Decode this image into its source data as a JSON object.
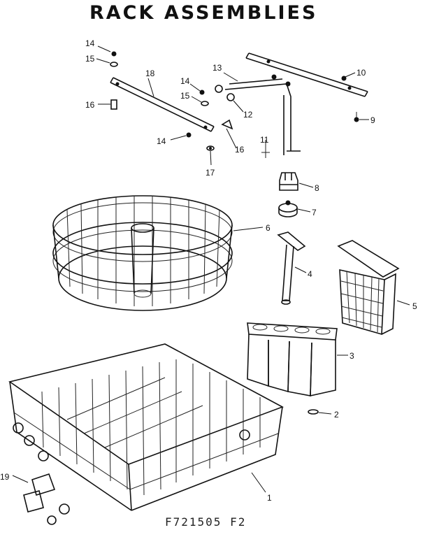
{
  "title": "RACK ASSEMBLIES",
  "drawing_code": "F721505 F2",
  "callouts": {
    "c1": "1",
    "c2": "2",
    "c3": "3",
    "c4": "4",
    "c5": "5",
    "c6": "6",
    "c7": "7",
    "c8": "8",
    "c9": "9",
    "c10": "10",
    "c11": "11",
    "c12": "12",
    "c13": "13",
    "c14a": "14",
    "c14b": "14",
    "c14c": "14",
    "c15a": "15",
    "c15b": "15",
    "c16a": "16",
    "c16b": "16",
    "c17": "17",
    "c18": "18",
    "c19": "19"
  }
}
